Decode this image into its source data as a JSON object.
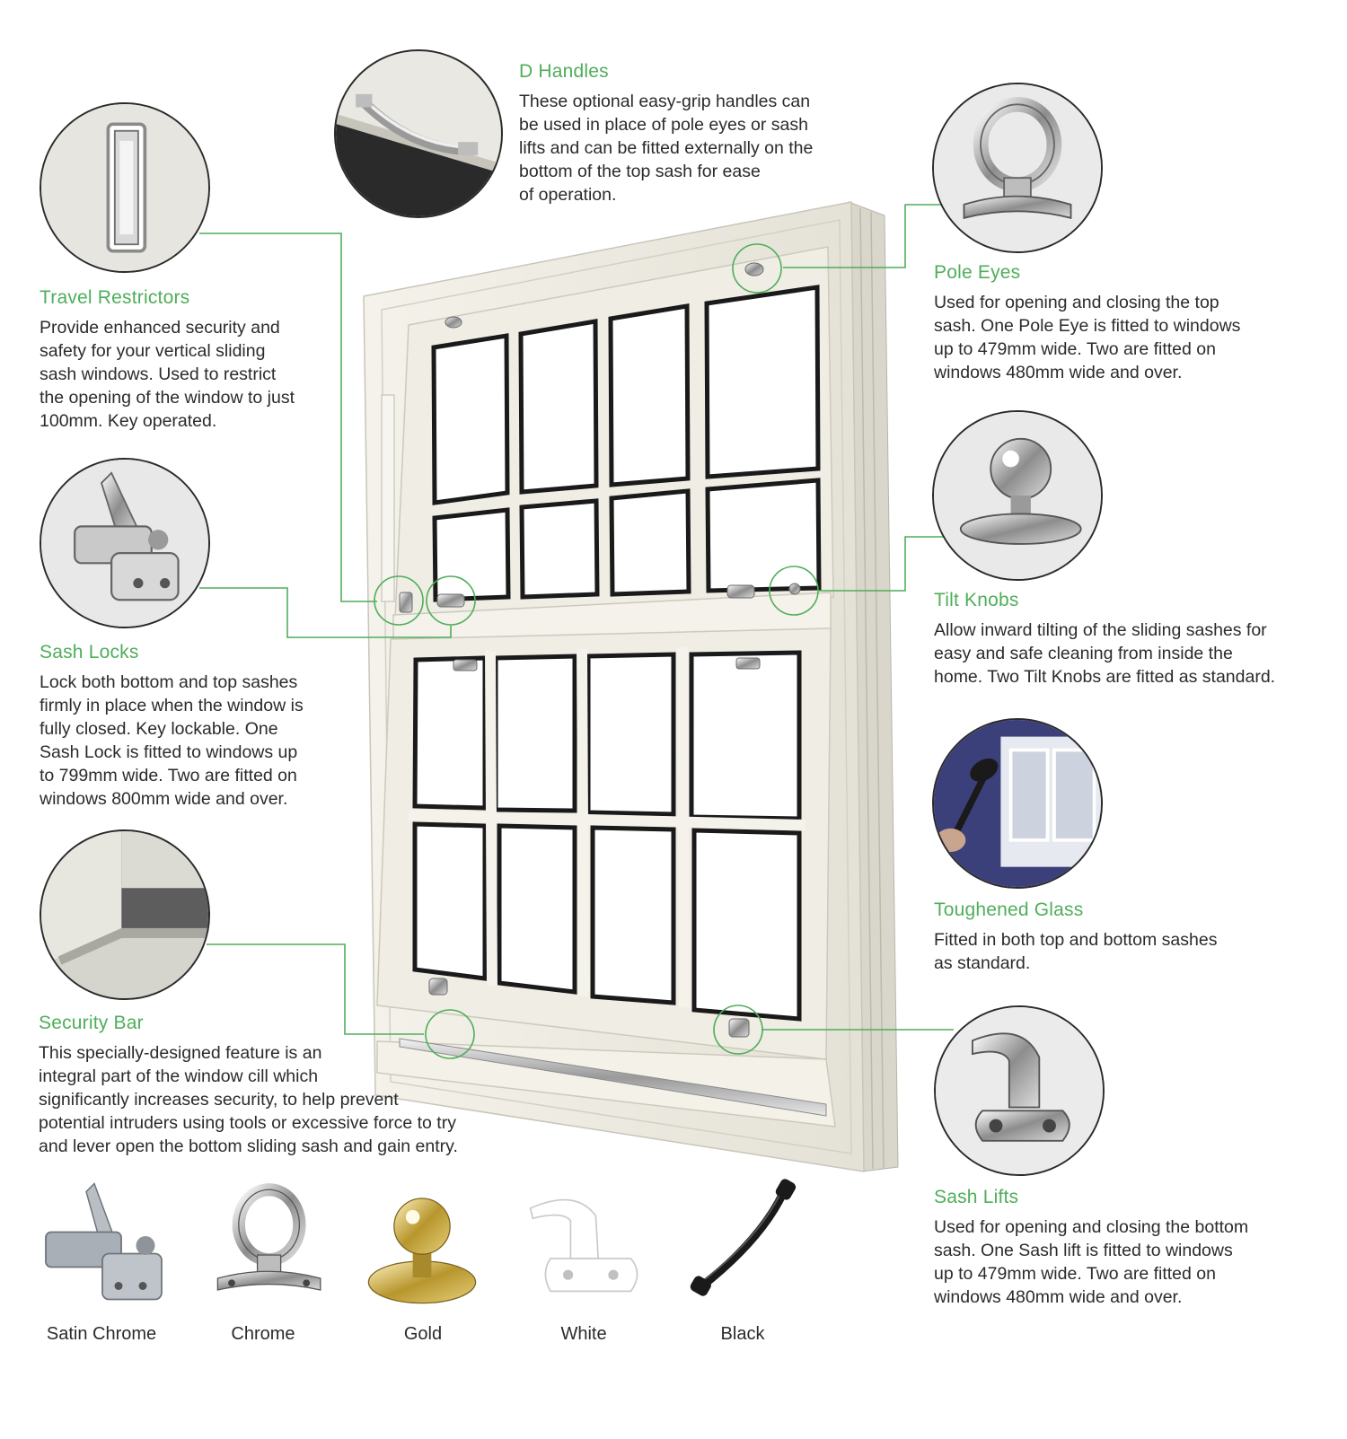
{
  "colors": {
    "accent_green": "#4fae5a",
    "text": "#2b2b2b",
    "frame": "#f1efe6"
  },
  "features": {
    "d_handles": {
      "title": "D Handles",
      "lines": [
        "These optional easy-grip handles can",
        "be used in place of pole eyes or sash",
        "lifts and can be fitted externally on the",
        "bottom of the top sash for ease",
        "of operation."
      ]
    },
    "travel_restrictors": {
      "title": "Travel Restrictors",
      "lines": [
        "Provide enhanced security and",
        "safety for your vertical sliding",
        "sash windows. Used to restrict",
        "the opening of the window to just",
        "100mm. Key operated."
      ]
    },
    "sash_locks": {
      "title": "Sash Locks",
      "lines": [
        "Lock both bottom and top sashes",
        "firmly in place when the window is",
        "fully closed. Key lockable. One",
        "Sash Lock is fitted to windows up",
        "to 799mm wide. Two are fitted on",
        "windows 800mm wide and over."
      ]
    },
    "security_bar": {
      "title": "Security Bar",
      "lines": [
        "This specially-designed feature is an",
        "integral part of the window cill which",
        "significantly increases security, to help prevent",
        "potential intruders using tools or excessive force to try",
        "and lever open the bottom sliding sash and gain entry."
      ]
    },
    "pole_eyes": {
      "title": "Pole Eyes",
      "lines": [
        "Used for opening and closing the top",
        "sash. One Pole Eye is fitted to windows",
        "up to 479mm wide. Two are fitted on",
        "windows 480mm wide and over."
      ]
    },
    "tilt_knobs": {
      "title": "Tilt Knobs",
      "lines": [
        "Allow inward tilting of the sliding sashes for",
        "easy and safe cleaning from inside the",
        "home. Two Tilt Knobs are fitted as standard."
      ]
    },
    "toughened_glass": {
      "title": "Toughened Glass",
      "lines": [
        "Fitted in both top and bottom sashes",
        "as standard."
      ]
    },
    "sash_lifts": {
      "title": "Sash Lifts",
      "lines": [
        "Used for opening and closing the bottom",
        "sash. One Sash lift is fitted to windows",
        "up to 479mm wide. Two are fitted on",
        "windows 480mm wide and over."
      ]
    }
  },
  "finishes": [
    "Satin Chrome",
    "Chrome",
    "Gold",
    "White",
    "Black"
  ]
}
